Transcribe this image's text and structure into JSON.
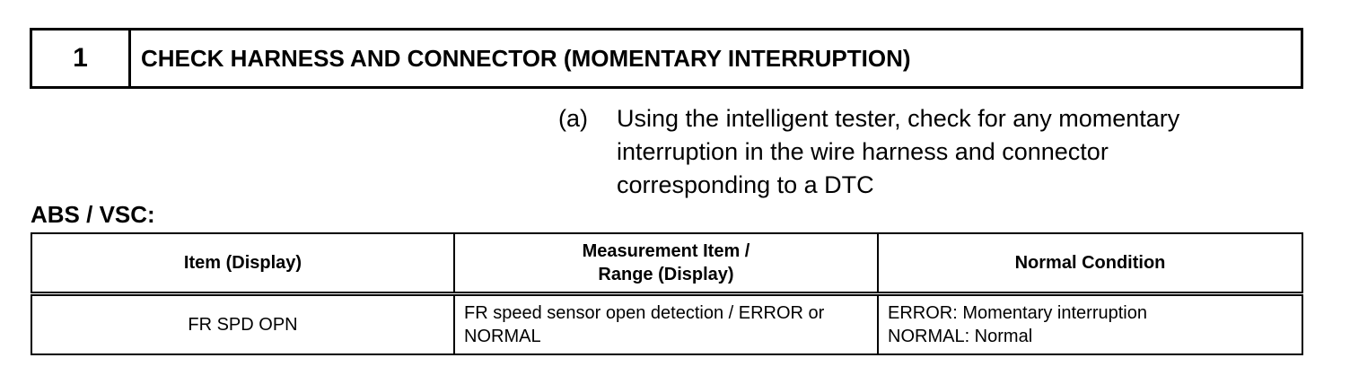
{
  "step": {
    "number": "1",
    "title": "CHECK HARNESS AND CONNECTOR (MOMENTARY INTERRUPTION)"
  },
  "instruction": {
    "marker": "(a)",
    "lines": [
      "Using the intelligent tester, check for any momentary",
      "interruption in the wire harness and connector",
      "corresponding to a DTC"
    ]
  },
  "section_label": "ABS / VSC:",
  "table": {
    "headers": {
      "item": "Item (Display)",
      "measurement_line1": "Measurement Item /",
      "measurement_line2": "Range (Display)",
      "normal": "Normal Condition"
    },
    "rows": [
      {
        "item": "FR SPD OPN",
        "measurement_line1": "FR speed sensor open detection / ERROR or",
        "measurement_line2": "NORMAL",
        "normal_line1": "ERROR: Momentary interruption",
        "normal_line2": "NORMAL: Normal"
      }
    ]
  }
}
